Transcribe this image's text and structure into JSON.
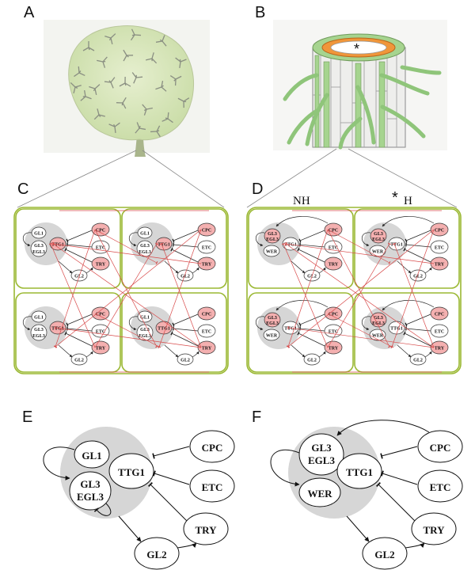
{
  "panels": {
    "a": {
      "label": "A"
    },
    "b": {
      "label": "B"
    },
    "c": {
      "label": "C"
    },
    "d": {
      "label": "D"
    },
    "e": {
      "label": "E"
    },
    "f": {
      "label": "F"
    }
  },
  "root_star": "*",
  "cell_labels": {
    "nh": "NH",
    "h_star": "*",
    "h": "H"
  },
  "nodes": {
    "gl1": "GL1",
    "gl3": "GL3",
    "egl3": "EGL3",
    "ttg1": "TTG1",
    "wer": "WER",
    "cpc": "CPC",
    "etc": "ETC",
    "try": "TRY",
    "gl2": "GL2"
  },
  "colors": {
    "leaf": "#d9e8bd",
    "root_green": "#9fd08a",
    "root_orange": "#f0963a",
    "cell_border": "#9ab832",
    "complex_gray": "#d6d6d6",
    "highlight": "#f4b0b0",
    "inhibit_red": "#d84a4a"
  }
}
